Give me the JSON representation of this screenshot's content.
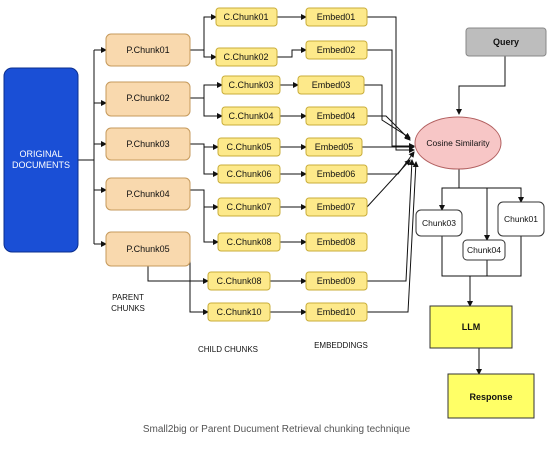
{
  "original_documents": [
    "ORIGINAL",
    "DOCUMENTS"
  ],
  "parent_chunks": [
    "P.Chunk01",
    "P.Chunk02",
    "P.Chunk03",
    "P.Chunk04",
    "P.Chunk05"
  ],
  "child_chunks": [
    "C.Chunk01",
    "C.Chunk02",
    "C.Chunk03",
    "C.Chunk04",
    "C.Chunk05",
    "C.Chunk06",
    "C.Chunk07",
    "C.Chunk08",
    "C.Chunk08",
    "C.Chunk10"
  ],
  "embeddings": [
    "Embed01",
    "Embed02",
    "Embed03",
    "Embed04",
    "Embed05",
    "Embed06",
    "Embed07",
    "Embed08",
    "Embed09",
    "Embed10"
  ],
  "query": "Query",
  "cosine_similarity": "Cosine Similarity",
  "retrieved_chunks": [
    "Chunk03",
    "Chunk04",
    "Chunk01"
  ],
  "llm": "LLM",
  "response": "Response",
  "labels": {
    "parent_chunks": [
      "PARENT",
      "CHUNKS"
    ],
    "child_chunks": "CHILD CHUNKS",
    "embeddings": "EMBEDDINGS"
  },
  "caption": "Small2big or Parent Ducument Retrieval chunking technique",
  "colors": {
    "documents_fill": "#1a4fd6",
    "parent_fill": "#f9d9ae",
    "child_fill": "#fde98a",
    "embed_fill": "#fde98a",
    "query_fill": "#bdbdbd",
    "cosine_fill": "#f7c6c6",
    "llm_fill": "#ffff66"
  }
}
